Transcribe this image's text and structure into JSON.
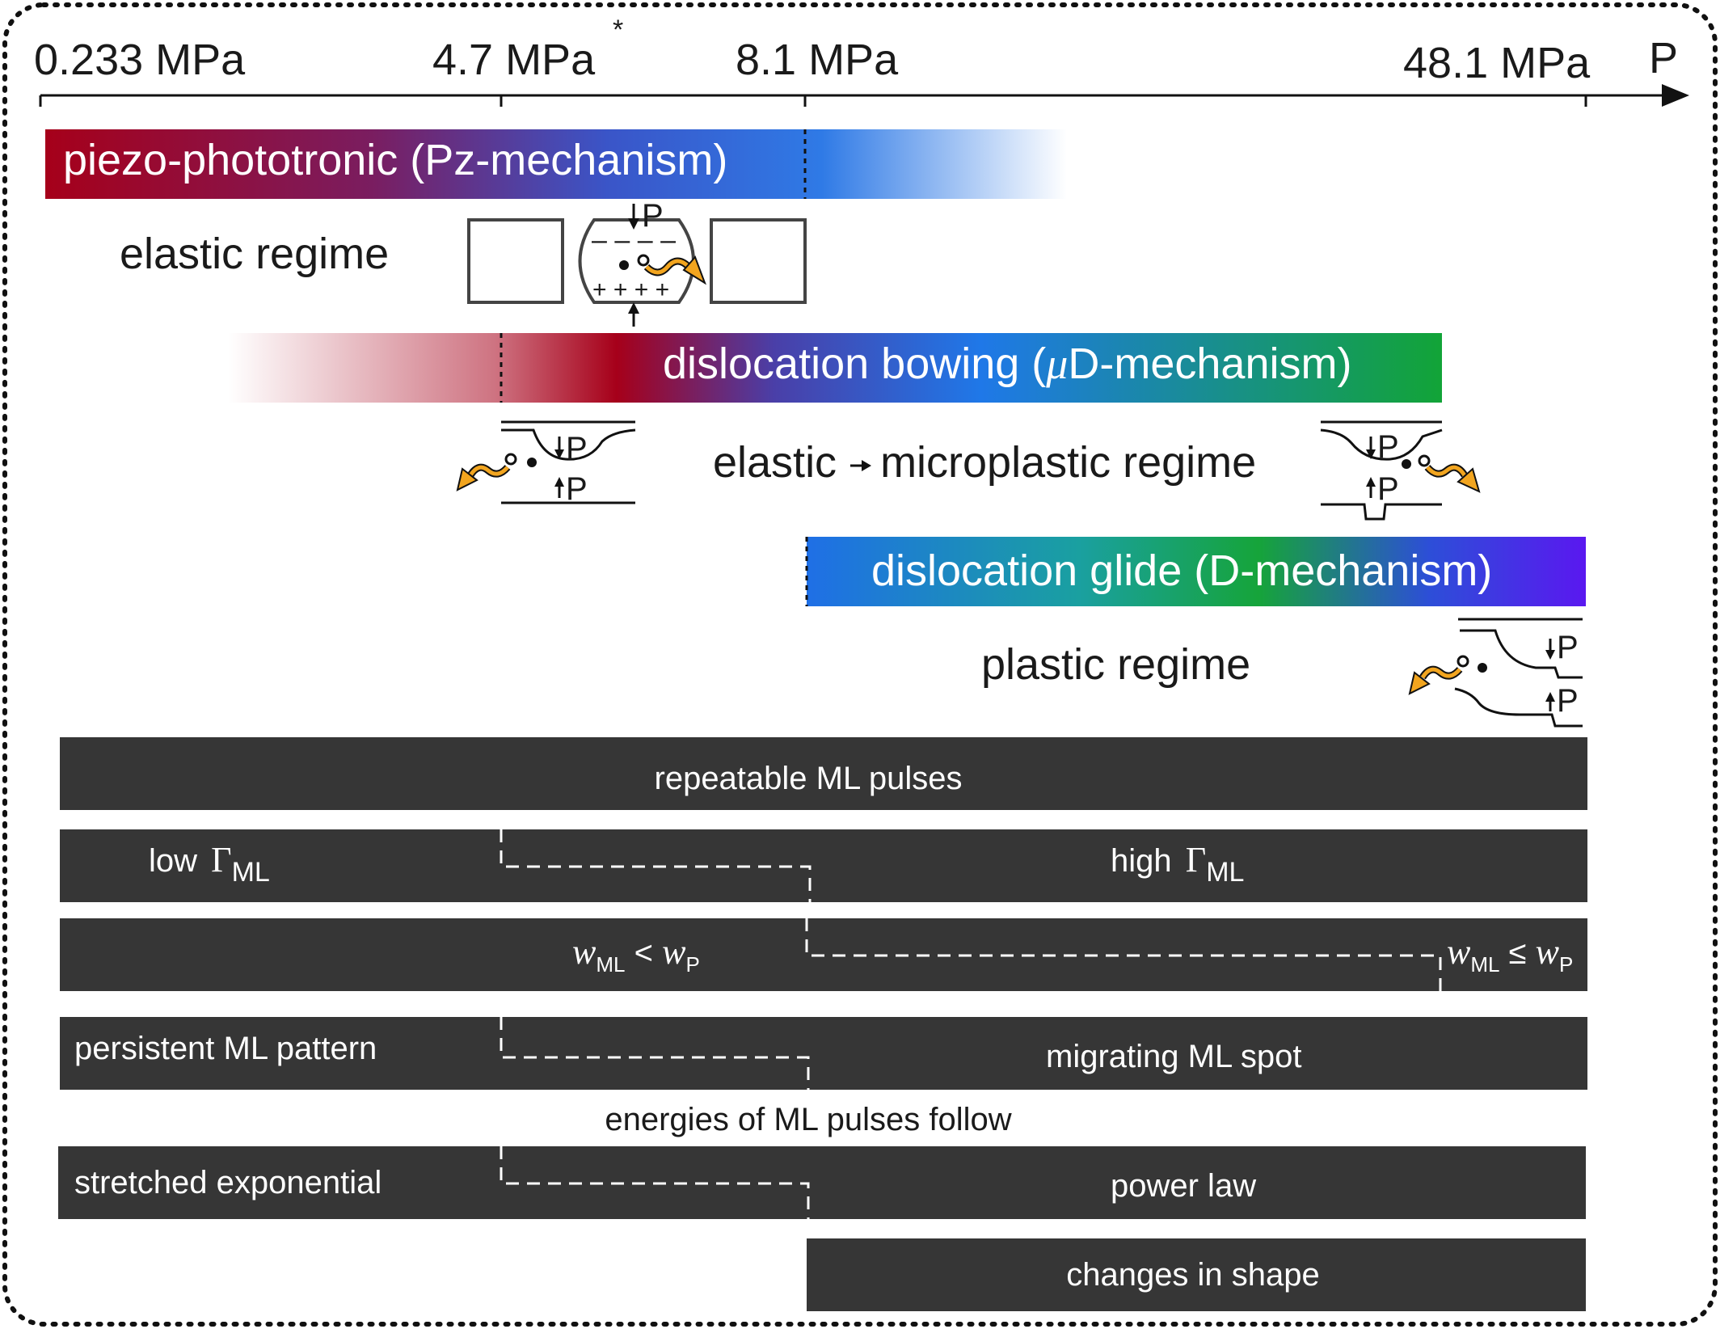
{
  "axis": {
    "ticks": [
      "0.233 MPa",
      "4.7 MPa",
      "8.1 MPa",
      "48.1 MPa"
    ],
    "asterisk": "*",
    "end_label": "P"
  },
  "mechanisms": {
    "pz": {
      "label": "piezo-phototronic (Pz-mechanism)",
      "regime": "elastic regime"
    },
    "ud": {
      "label_pre": "dislocation bowing (",
      "label_mu": "μ",
      "label_post": "D-mechanism)",
      "regime_a": "elastic",
      "regime_b": "microplastic regime"
    },
    "d": {
      "label": "dislocation glide (D-mechanism)",
      "regime": "plastic regime"
    }
  },
  "sketch": {
    "p": "P",
    "minus": "– – – –",
    "plus": "+ + + +"
  },
  "bars": {
    "repeatable": "repeatable ML pulses",
    "low": "low ",
    "high": "high ",
    "gamma": "Γ",
    "ml_sub": "ML",
    "w": "w",
    "w_sub_ml": "ML",
    "w_sub_p": "P",
    "lt": " < ",
    "le": " ≤ ",
    "persistent": "persistent ML pattern",
    "migrating": "migrating ML  spot",
    "energies": "energies of ML pulses follow",
    "stretched": "stretched exponential",
    "power": "power law",
    "shape": "changes in shape"
  },
  "colors": {
    "red": "#a6001a",
    "blue": "#2f6fe6",
    "green": "#12a437",
    "violet": "#5a18f0",
    "bar": "#363636",
    "arrow": "#f2a51f"
  }
}
